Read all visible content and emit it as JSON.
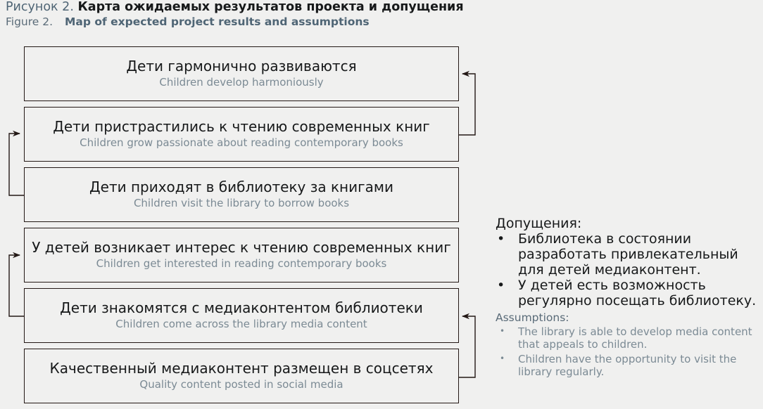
{
  "caption": {
    "ru_prefix": "Рисунок 2.",
    "ru_title": "Карта ожидаемых результатов проекта и допущения",
    "en_prefix": "Figure 2.",
    "en_title": "Map of expected project results and assumptions"
  },
  "colors": {
    "background": "#f0f0ef",
    "box_border": "#231815",
    "text_primary": "#17191a",
    "text_secondary": "#7b8a94",
    "caption_accent": "#4f6575",
    "connector": "#231815"
  },
  "diagram": {
    "type": "results-chain",
    "direction": "bottom-up",
    "nodes": [
      {
        "id": "node-1",
        "level": 6,
        "ru": "Дети гармонично развиваются",
        "en": "Children develop harmoniously"
      },
      {
        "id": "node-2",
        "level": 5,
        "ru": "Дети пристрастились к чтению современных книг",
        "en": "Children grow passionate about reading contemporary books"
      },
      {
        "id": "node-3",
        "level": 4,
        "ru": "Дети приходят в библиотеку за книгами",
        "en": "Children visit the library to borrow books"
      },
      {
        "id": "node-4",
        "level": 3,
        "ru": "У детей возникает интерес к чтению современных книг",
        "en": "Children get interested in reading contemporary books"
      },
      {
        "id": "node-5",
        "level": 2,
        "ru": "Дети знакомятся с медиаконтентом библиотеки",
        "en": "Children come across the library media content"
      },
      {
        "id": "node-6",
        "level": 1,
        "ru": "Качественный медиаконтент размещен в соцсетях",
        "en": "Quality content posted in social media"
      }
    ]
  },
  "assumptions": {
    "heading_ru": "Допущения:",
    "items_ru": [
      "Библиотека в состоянии\nразработать привлекательный\nдля детей медиаконтент.",
      "У детей есть возможность\nрегулярно посещать библиотеку."
    ],
    "heading_en": "Assumptions:",
    "items_en": [
      "The library is able to develop media content\nthat appeals to children.",
      "Children have the opportunity to visit the\nlibrary regularly."
    ],
    "bullet_glyph": "•"
  }
}
